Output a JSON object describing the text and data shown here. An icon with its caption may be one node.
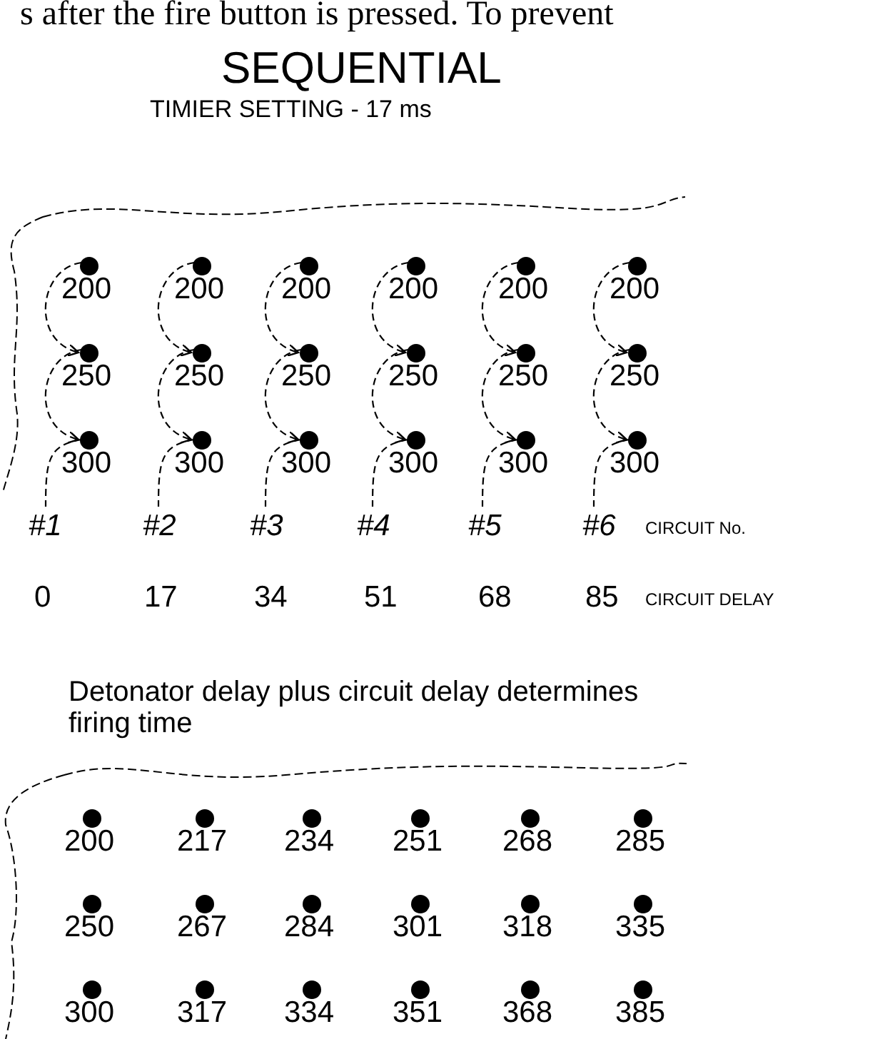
{
  "diagram": {
    "title": "SEQUENTIAL",
    "nodes": [
      {
        "text": [],
        "shape": "circle",
        "beside": [
          "200"
        ]
      },
      {
        "text": [],
        "shape": "circle",
        "beside": [
          "200"
        ]
      },
      {
        "text": [],
        "shape": "circle",
        "beside": [
          "200"
        ]
      },
      {
        "text": [],
        "shape": "circle",
        "beside": [
          "200"
        ]
      },
      {
        "text": [],
        "shape": "circle",
        "beside": [
          "200"
        ]
      },
      {
        "text": [],
        "shape": "circle",
        "beside": [
          "200"
        ]
      },
      {
        "text": [],
        "shape": "circle",
        "beside": [
          "250"
        ]
      },
      {
        "text": [],
        "shape": "circle",
        "beside": [
          "250"
        ]
      },
      {
        "text": [],
        "shape": "circle",
        "beside": [
          "250"
        ]
      },
      {
        "text": [],
        "shape": "circle",
        "beside": [
          "250"
        ]
      },
      {
        "text": [],
        "shape": "circle",
        "beside": [
          "250"
        ]
      },
      {
        "text": [],
        "shape": "circle",
        "beside": [
          "250"
        ]
      },
      {
        "text": [],
        "shape": "circle",
        "beside": [
          "300"
        ]
      },
      {
        "text": [],
        "shape": "circle",
        "beside": [
          "300"
        ]
      },
      {
        "text": [],
        "shape": "circle",
        "beside": [
          "300"
        ]
      },
      {
        "text": [],
        "shape": "circle",
        "beside": [
          "300"
        ]
      },
      {
        "text": [],
        "shape": "circle",
        "beside": [
          "300"
        ]
      },
      {
        "text": [],
        "shape": "circle",
        "beside": [
          "300"
        ]
      },
      {
        "text": [
          "#1"
        ]
      },
      {
        "text": [
          "#2"
        ]
      },
      {
        "text": [
          "#3"
        ]
      },
      {
        "text": [
          "#4"
        ]
      },
      {
        "text": [
          "#5"
        ]
      },
      {
        "text": [
          "#6"
        ]
      },
      {
        "text": [],
        "shape": "circle",
        "beside": [
          "200"
        ]
      },
      {
        "text": [],
        "shape": "circle",
        "beside": [
          "217"
        ]
      },
      {
        "text": [],
        "shape": "circle",
        "beside": [
          "234"
        ]
      },
      {
        "text": [],
        "shape": "circle",
        "beside": [
          "251"
        ]
      },
      {
        "text": [],
        "shape": "circle",
        "beside": [
          "268"
        ]
      },
      {
        "text": [],
        "shape": "circle",
        "beside": [
          "285"
        ]
      },
      {
        "text": [],
        "shape": "circle",
        "beside": [
          "250"
        ]
      },
      {
        "text": [],
        "shape": "circle",
        "beside": [
          "267"
        ]
      },
      {
        "text": [],
        "shape": "circle",
        "beside": [
          "284"
        ]
      },
      {
        "text": [],
        "shape": "circle",
        "beside": [
          "301"
        ]
      },
      {
        "text": [],
        "shape": "circle",
        "beside": [
          "318"
        ]
      },
      {
        "text": [],
        "shape": "circle",
        "beside": [
          "335"
        ]
      },
      {
        "text": [],
        "shape": "circle",
        "beside": [
          "300"
        ]
      },
      {
        "text": [],
        "shape": "circle",
        "beside": [
          "317"
        ]
      },
      {
        "text": [],
        "shape": "circle",
        "beside": [
          "334"
        ]
      },
      {
        "text": [],
        "shape": "circle",
        "beside": [
          "351"
        ]
      },
      {
        "text": [],
        "shape": "circle",
        "beside": [
          "368"
        ]
      },
      {
        "text": [],
        "shape": "circle",
        "beside": [
          "385"
        ]
      }
    ],
    "edges": [
      {
        "from": 0,
        "to": 6,
        "arrow": "to",
        "style": "dashed"
      },
      {
        "from": 6,
        "to": 12,
        "arrow": "to",
        "style": "dashed"
      },
      {
        "from": 12,
        "to": 18,
        "arrow": "none",
        "style": "dashed"
      },
      {
        "from": 1,
        "to": 7,
        "arrow": "to",
        "style": "dashed"
      },
      {
        "from": 7,
        "to": 13,
        "arrow": "to",
        "style": "dashed"
      },
      {
        "from": 13,
        "to": 19,
        "arrow": "none",
        "style": "dashed"
      },
      {
        "from": 2,
        "to": 8,
        "arrow": "to",
        "style": "dashed"
      },
      {
        "from": 8,
        "to": 14,
        "arrow": "to",
        "style": "dashed"
      },
      {
        "from": 14,
        "to": 20,
        "arrow": "none",
        "style": "dashed"
      },
      {
        "from": 3,
        "to": 9,
        "arrow": "to",
        "style": "dashed"
      },
      {
        "from": 9,
        "to": 15,
        "arrow": "to",
        "style": "dashed"
      },
      {
        "from": 15,
        "to": 21,
        "arrow": "none",
        "style": "dashed"
      },
      {
        "from": 4,
        "to": 10,
        "arrow": "to",
        "style": "dashed"
      },
      {
        "from": 10,
        "to": 16,
        "arrow": "to",
        "style": "dashed"
      },
      {
        "from": 16,
        "to": 22,
        "arrow": "none",
        "style": "dashed"
      },
      {
        "from": 5,
        "to": 11,
        "arrow": "to",
        "style": "dashed"
      },
      {
        "from": 11,
        "to": 17,
        "arrow": "to",
        "style": "dashed"
      },
      {
        "from": 17,
        "to": 23,
        "arrow": "none",
        "style": "dashed"
      }
    ],
    "labels": [
      "s after the fire button is pressed.  To prevent",
      "TIMIER SETTING  -  17 ms",
      "CIRCUIT No.",
      "0",
      "17",
      "34",
      "51",
      "68",
      "85",
      "CIRCUIT DELAY",
      "Detonator delay plus circuit delay determines firing time"
    ]
  }
}
